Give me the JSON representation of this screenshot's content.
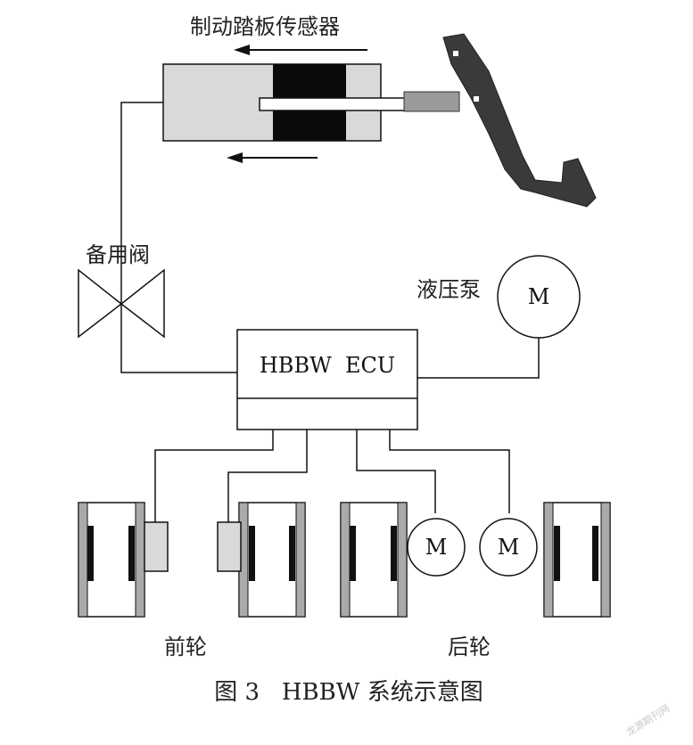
{
  "labels": {
    "pedal_sensor": "制动踏板传感器",
    "backup_valve": "备用阀",
    "hydraulic_pump": "液压泵",
    "ecu": "HBBW  ECU",
    "front_wheel": "前轮",
    "rear_wheel": "后轮",
    "motor": "M"
  },
  "caption": "图 3   HBBW 系统示意图",
  "watermark": "龙源期刊网"
}
